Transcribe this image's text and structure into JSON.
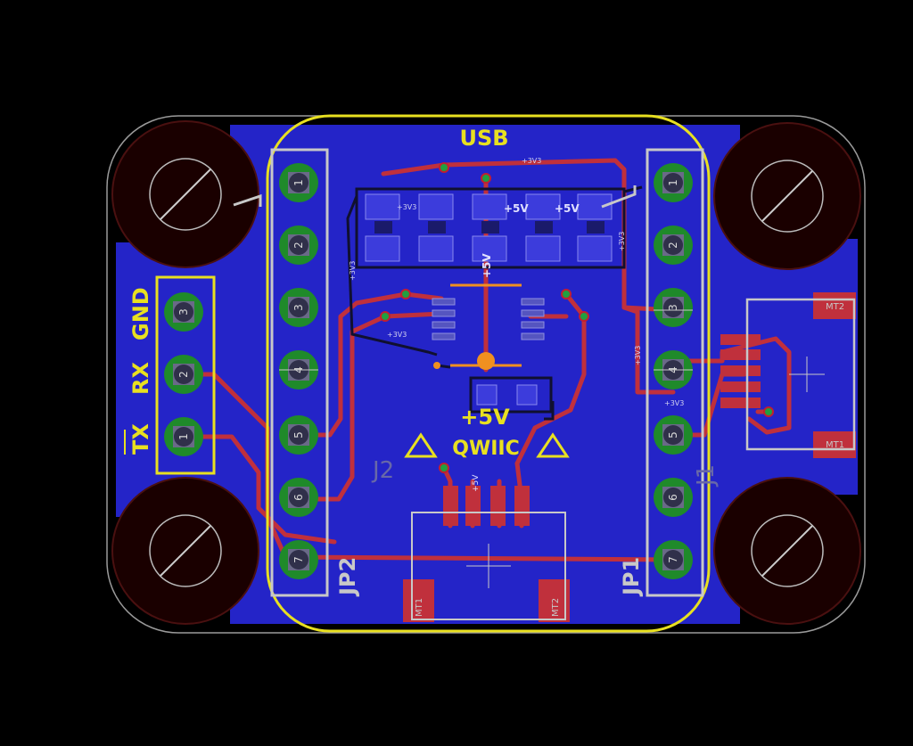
{
  "board": {
    "silk_top_label": "USB",
    "power_label": "+5V",
    "qwiic_label": "QWIIC",
    "header_left_id": "JP2",
    "header_right_id": "JP1",
    "connector_j2": "J2",
    "connector_j1": "J1",
    "uart_labels": {
      "gnd": "GND",
      "rx": "RX",
      "tx": "TX"
    },
    "pin_numbers": [
      "1",
      "2",
      "3",
      "4",
      "5",
      "6",
      "7"
    ],
    "uart_pin_numbers": [
      "3",
      "2",
      "1"
    ],
    "mount_tabs": {
      "mt1": "MT1",
      "mt2": "MT2"
    },
    "net_labels": {
      "v33": "+3V3",
      "v5": "+5V"
    },
    "colors": {
      "background": "#000000",
      "board": "#2424c8",
      "copper_top": "#c0303c",
      "silkscreen_white": "#c8c8c8",
      "silkscreen_yellow": "#e8e020",
      "pad_green": "#1f8a2a",
      "mounting_hole": "#1a0000",
      "orange": "#f09020"
    }
  }
}
